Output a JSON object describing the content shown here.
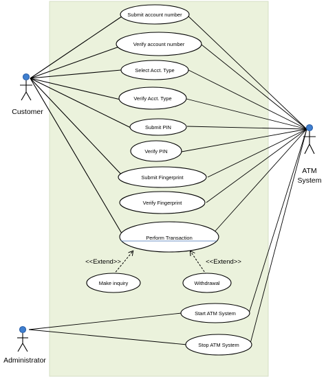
{
  "diagram": {
    "actors": {
      "customer": "Customer",
      "atm_line1": "ATM",
      "atm_line2": "System",
      "administrator": "Administrator"
    },
    "use_cases": {
      "submit_account_number": "Submit account number",
      "verify_account_number": "Verify account number",
      "select_acct_type": "Select Acct. Type",
      "verify_acct_type": "Verify Acct. Type",
      "submit_pin": "Submit PIN",
      "verify_pin": "Verify PIN",
      "submit_fingerprint": "Submit Fingerprint",
      "verify_fingerprint": "Verify Fingerprint",
      "perform_transaction": "Perform Transaction",
      "make_inquiry": "Make inquiry",
      "withdrawal": "Withdrawal",
      "start_atm_system": "Start ATM System",
      "stop_atm_system": "Stop ATM System"
    },
    "relations": {
      "extend_left": "<<Extend>>",
      "extend_right": "<<Extend>>"
    },
    "colors": {
      "system_boundary_fill": "#ebf2dc",
      "actor_head": "#3f7fcf",
      "line": "#000000"
    }
  }
}
